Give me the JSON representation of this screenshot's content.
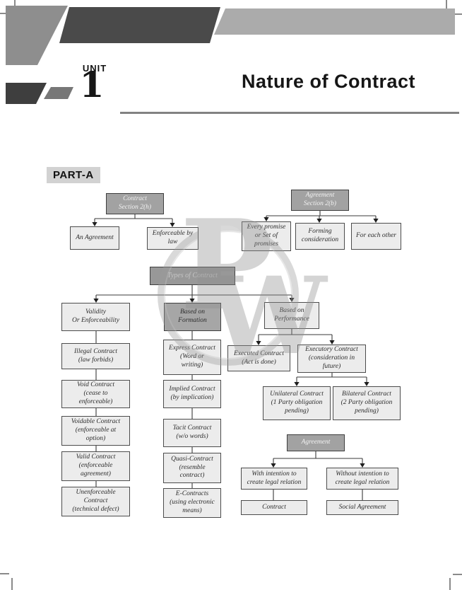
{
  "header": {
    "unit_label": "UNIT",
    "unit_number": "1",
    "title": "Nature of Contract"
  },
  "part_label": "PART-A",
  "watermark": {
    "letter_p": "P",
    "letter_w": "W"
  },
  "colors": {
    "band_dark": "#4a4a4a",
    "band_light": "#ababab",
    "band_mid": "#8e8e8e",
    "node_gray_fill": "#a2a2a2",
    "node_light_fill": "#ececec",
    "node_border": "#4c4c4c",
    "connector": "#3a3a3a",
    "part_label_bg": "#d2d2d2"
  },
  "nodes": {
    "contract_section": "Contract\nSection 2(h)",
    "an_agreement": "An Agreement",
    "enforceable_by_law": "Enforceable by\nlaw",
    "agreement_section": "Agreement\nSection 2(b)",
    "every_promise": "Every promise\nor Set of\npromises",
    "forming_consideration": "Forming\nconsideration",
    "for_each_other": "For each other",
    "types_of_contract": "Types of Contract",
    "validity": "Validity\nOr Enforceability",
    "based_on_formation": "Based on\nFormation",
    "based_on_performance": "Based on\nPerformance",
    "illegal_contract": "Illegal Contract\n(law forbids)",
    "void_contract": "Void Contract\n(cease to\nenforceable)",
    "voidable_contract": "Voidable Contract\n(enforceable at\noption)",
    "valid_contract": "Valid Contract\n(enforceable\nagreement)",
    "unenforceable_contract": "Unenforceable\nContract\n(technical defect)",
    "express_contract": "Express Contract\n(Word or\nwriting)",
    "implied_contract": "Implied Contract\n(by implication)",
    "tacit_contract": "Tacit Contract\n(w/o words)",
    "quasi_contract": "Quasi-Contract\n(resemble\ncontract)",
    "e_contracts": "E-Contracts\n(using electronic\nmeans)",
    "executed_contract": "Executed Contract\n(Act is done)",
    "executory_contract": "Executory Contract\n(consideration in\nfuture)",
    "unilateral_contract": "Unilateral Contract\n(1 Party obligation\npending)",
    "bilateral_contract": "Bilateral Contract\n(2 Party obligation\npending)",
    "agreement": "Agreement",
    "with_intention": "With intention to\ncreate legal relation",
    "without_intention": "Without intention to\ncreate legal relation",
    "contract": "Contract",
    "social_agreement": "Social Agreement"
  }
}
